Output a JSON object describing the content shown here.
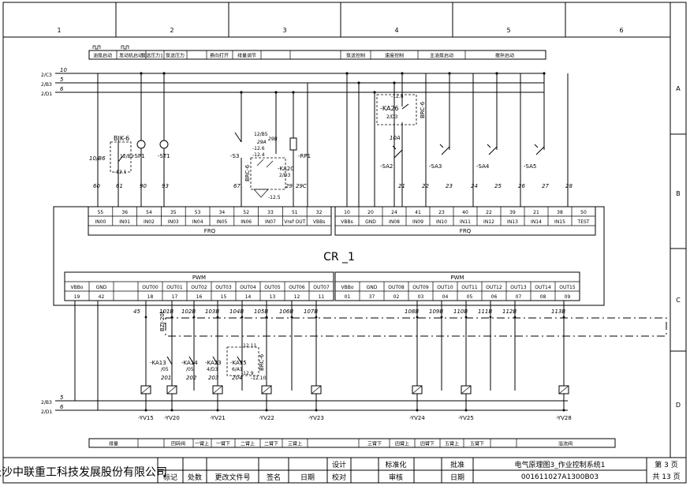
{
  "grid": {
    "columns": [
      "1",
      "2",
      "3",
      "4",
      "5",
      "6"
    ],
    "rows": [
      "A",
      "B",
      "C",
      "D"
    ]
  },
  "function_labels": [
    "油泵启动",
    "发动机启动",
    "泵送压力1",
    "泵送压力",
    "",
    "换向打开",
    "排量调节",
    "",
    "",
    "泵送控制",
    "速度控制",
    "主油泵启动",
    "搅拌启动"
  ],
  "output_labels": [
    "排量",
    "",
    "回转阀",
    "一臂上",
    "一臂下",
    "二臂上",
    "二臂下",
    "三臂上",
    "",
    "三臂下",
    "四臂上",
    "四臂下",
    "五臂上",
    "五臂下",
    "",
    "溢流阀"
  ],
  "buses_top": [
    {
      "label": "2/C3",
      "num": "10"
    },
    {
      "label": "2/B3",
      "num": "5"
    },
    {
      "label": "2/D1",
      "num": "6"
    }
  ],
  "buses_bottom": [
    {
      "label": "2/B3",
      "num": "5"
    },
    {
      "label": "2/D1",
      "num": "6"
    }
  ],
  "controller": {
    "name": "CR _1",
    "left_in": {
      "terms": [
        "55",
        "36",
        "54",
        "35",
        "53",
        "34",
        "52",
        "33",
        "51",
        "32"
      ],
      "pins": [
        "IN00",
        "IN01",
        "IN02",
        "IN03",
        "IN04",
        "IN05",
        "IN06",
        "IN07",
        "Vref OUT",
        "VBBs"
      ],
      "group": "FRQ"
    },
    "right_in": {
      "terms": [
        "10",
        "20",
        "24",
        "41",
        "23",
        "40",
        "22",
        "39",
        "21",
        "38",
        "50"
      ],
      "pins": [
        "VBBs",
        "GND",
        "IN08",
        "IN09",
        "IN10",
        "IN11",
        "IN12",
        "IN13",
        "IN14",
        "IN15",
        "TEST"
      ],
      "group": "FRQ"
    },
    "left_out": {
      "pins": [
        "VBBo",
        "GND",
        "",
        "OUT00",
        "OUT01",
        "OUT02",
        "OUT03",
        "OUT04",
        "OUT05",
        "OUT06",
        "OUT07"
      ],
      "terms": [
        "19",
        "42",
        "",
        "18",
        "17",
        "16",
        "15",
        "14",
        "13",
        "12",
        "11"
      ],
      "group": "PWM"
    },
    "right_out": {
      "pins": [
        "VBBo",
        "GND",
        "OUT08",
        "OUT09",
        "OUT10",
        "OUT11",
        "OUT12",
        "OUT13",
        "OUT14",
        "OUT15"
      ],
      "terms": [
        "01",
        "37",
        "02",
        "03",
        "04",
        "05",
        "06",
        "07",
        "08",
        "09"
      ],
      "group": "PWM"
    }
  },
  "input_devices": {
    "bjk": {
      "name": "BJK-6",
      "ref": "12/B2",
      "contact": "-12.1",
      "label": "-SP1"
    },
    "st1": {
      "label": "-ST1"
    },
    "s3": {
      "label": "-S3"
    },
    "brc_left": {
      "name": "BRC-6",
      "ref": "12/B5",
      "c1": "29A",
      "c2": "29B",
      "n1": "-12.6",
      "n2": "-12.4",
      "n3": "-12.5",
      "relay": "-KA20",
      "relay_ref": "2/D3"
    },
    "rp1": {
      "label": "-RP1"
    },
    "ka26": {
      "relay": "-KA26",
      "n1": "-12.8",
      "ref": "2/D3",
      "name": "BRC-6",
      "wire": "10A"
    },
    "switches": [
      "-SA2",
      "-SA3",
      "-SA4",
      "-SA5"
    ]
  },
  "input_wires_left": [
    "10/B6",
    "60",
    "61",
    "90",
    "93",
    "67",
    "29",
    "29C"
  ],
  "input_wires_right": [
    "21",
    "22",
    "23",
    "24",
    "25",
    "26",
    "27",
    "28"
  ],
  "output_wires": [
    "45",
    "101B",
    "102B",
    "103B",
    "104B",
    "105B",
    "106B",
    "107B",
    "108B",
    "109B",
    "110B",
    "111B",
    "112B",
    "113B"
  ],
  "relay_contacts": [
    {
      "name": "-KA13",
      "ref": "/05",
      "wire": "201"
    },
    {
      "name": "-KA14",
      "ref": "/05",
      "wire": "202"
    },
    {
      "name": "-KA23",
      "ref": "4/D3",
      "wire": "203"
    },
    {
      "name": "-KA15",
      "ref": "6/A1",
      "wire": "204"
    }
  ],
  "brc_output": {
    "name": "BRC-6",
    "n1": "-12.11",
    "n2": "-12.9",
    "n3": "-12.10"
  },
  "bzj_label": "BZJ-20L",
  "valves": [
    "-YV15",
    "-YV20",
    "-YV21",
    "-YV22",
    "-YV23",
    "-YV24",
    "-YV25",
    "-YV28"
  ],
  "title_block": {
    "company": "长沙中联重工科技发展股份有限公司",
    "rev_labels": [
      "标记",
      "处数",
      "更改文件号",
      "签名",
      "日期"
    ],
    "design": "设计",
    "check": "校对",
    "standard": "标准化",
    "review": "审核",
    "approve": "批准",
    "date": "日期",
    "drawing_title": "电气原理图3_作业控制系统1",
    "drawing_no": "001611027A1300B03",
    "page": "第  3  页",
    "total": "共 13 页"
  }
}
